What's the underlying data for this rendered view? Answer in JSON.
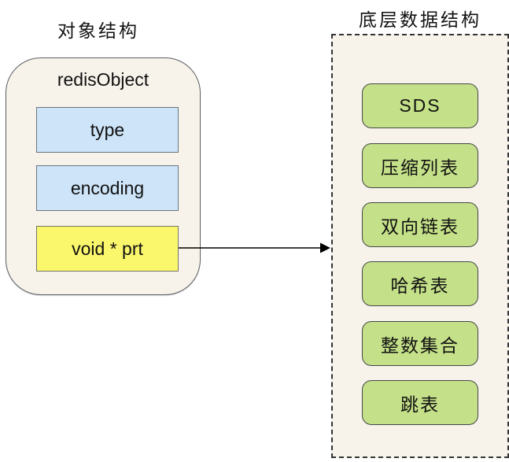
{
  "left_panel": {
    "title": "对象结构",
    "container_label": "redisObject",
    "fields": [
      {
        "label": "type",
        "fill": "#cde4f9"
      },
      {
        "label": "encoding",
        "fill": "#cde4f9"
      },
      {
        "label": "void * prt",
        "fill": "#fbf76d"
      }
    ]
  },
  "connector": {
    "type": "arrow",
    "from_field": "void * prt",
    "to_panel": "底层数据结构"
  },
  "right_panel": {
    "title": "底层数据结构",
    "items": [
      {
        "label": "SDS"
      },
      {
        "label": "压缩列表"
      },
      {
        "label": "双向链表"
      },
      {
        "label": "哈希表"
      },
      {
        "label": "整数集合"
      },
      {
        "label": "跳表"
      }
    ],
    "item_fill": "#c4e088"
  },
  "colors": {
    "panel_background": "#f7f3ea",
    "field_blue": "#cde4f9",
    "field_yellow": "#fbf76d",
    "item_green": "#c4e088",
    "arrow": "#000000",
    "page_background": "#ffffff"
  }
}
